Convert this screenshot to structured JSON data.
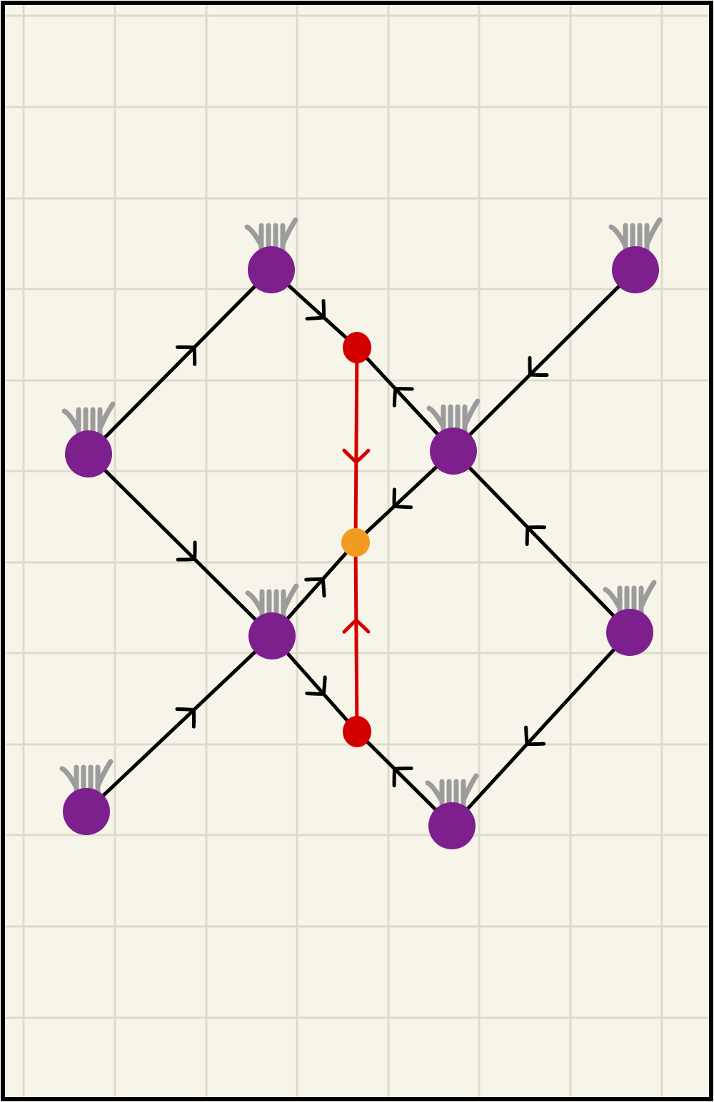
{
  "colors": {
    "paper": "#f7f5e9",
    "grid": "#dedbcc",
    "border": "#000000",
    "edge": "#000000",
    "node": "#7e1f8e",
    "tassel": "#9c9c9c",
    "red": "#d40000",
    "orange": "#f29b22"
  },
  "nodes": [
    {
      "id": "n1",
      "label": "node-top-left"
    },
    {
      "id": "n2",
      "label": "node-top-right"
    },
    {
      "id": "n3",
      "label": "node-left"
    },
    {
      "id": "n4",
      "label": "node-center-right"
    },
    {
      "id": "n5",
      "label": "node-center-left"
    },
    {
      "id": "n6",
      "label": "node-right"
    },
    {
      "id": "n7",
      "label": "node-bottom-left"
    },
    {
      "id": "n8",
      "label": "node-bottom-center"
    }
  ],
  "edges": [
    {
      "from": "n3",
      "to": "n1",
      "arrow_direction": "forward"
    },
    {
      "from": "n1",
      "to": "r1",
      "arrow_direction": "forward"
    },
    {
      "from": "n4",
      "to": "r1",
      "arrow_direction": "forward"
    },
    {
      "from": "n2",
      "to": "n4",
      "arrow_direction": "forward"
    },
    {
      "from": "n3",
      "to": "n5",
      "arrow_direction": "forward"
    },
    {
      "from": "n4",
      "to": "o1",
      "arrow_direction": "forward"
    },
    {
      "from": "n5",
      "to": "o1",
      "arrow_direction": "forward"
    },
    {
      "from": "n6",
      "to": "n4",
      "arrow_direction": "forward"
    },
    {
      "from": "n7",
      "to": "n5",
      "arrow_direction": "forward"
    },
    {
      "from": "n5",
      "to": "r2",
      "arrow_direction": "forward"
    },
    {
      "from": "n8",
      "to": "r2",
      "arrow_direction": "forward"
    },
    {
      "from": "n6",
      "to": "n8",
      "arrow_direction": "forward"
    }
  ],
  "red_lines": [
    {
      "from": "r1",
      "to": "o1"
    },
    {
      "from": "r2",
      "to": "o1"
    }
  ],
  "special_points": [
    {
      "id": "r1",
      "kind": "red"
    },
    {
      "id": "r2",
      "kind": "red"
    },
    {
      "id": "o1",
      "kind": "orange"
    }
  ]
}
